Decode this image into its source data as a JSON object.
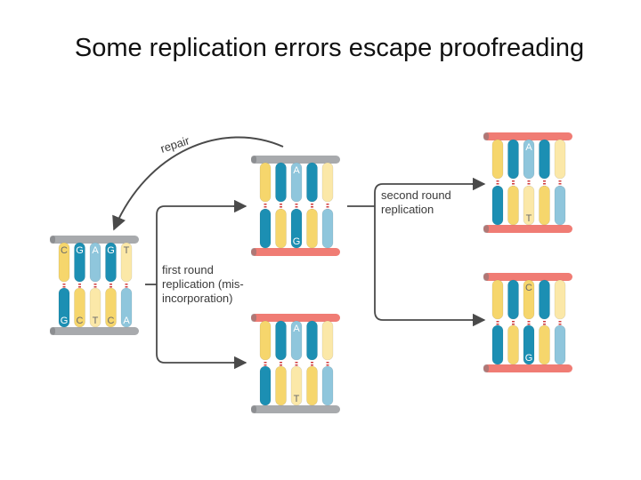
{
  "title": "Some replication errors escape proofreading",
  "labels": {
    "repair": "repair",
    "first_round": [
      "first round",
      "replication (mis-",
      "incorporation)"
    ],
    "second_round": [
      "second round",
      "replication"
    ]
  },
  "colors": {
    "old_backbone": "#a8aaad",
    "new_backbone": "#f07c74",
    "base_A": "#8fc6dc",
    "base_T": "#fbe8a8",
    "base_G": "#1c8fb3",
    "base_C": "#f6d66c",
    "hbond": "#d03b3b",
    "arrow": "#4a4a4a"
  },
  "parent": {
    "top": [
      "C",
      "G",
      "A",
      "G",
      "T"
    ],
    "bottom": [
      "G",
      "C",
      "T",
      "C",
      "A"
    ]
  },
  "mismatch_duplex": {
    "top": "A",
    "bottom": "G"
  },
  "correct_duplex": {
    "top": "A",
    "bottom": "T"
  },
  "mutant_duplex": {
    "top": "A",
    "bottom": "T"
  },
  "wildtype_duplex": {
    "top": "C",
    "bottom": "G"
  }
}
